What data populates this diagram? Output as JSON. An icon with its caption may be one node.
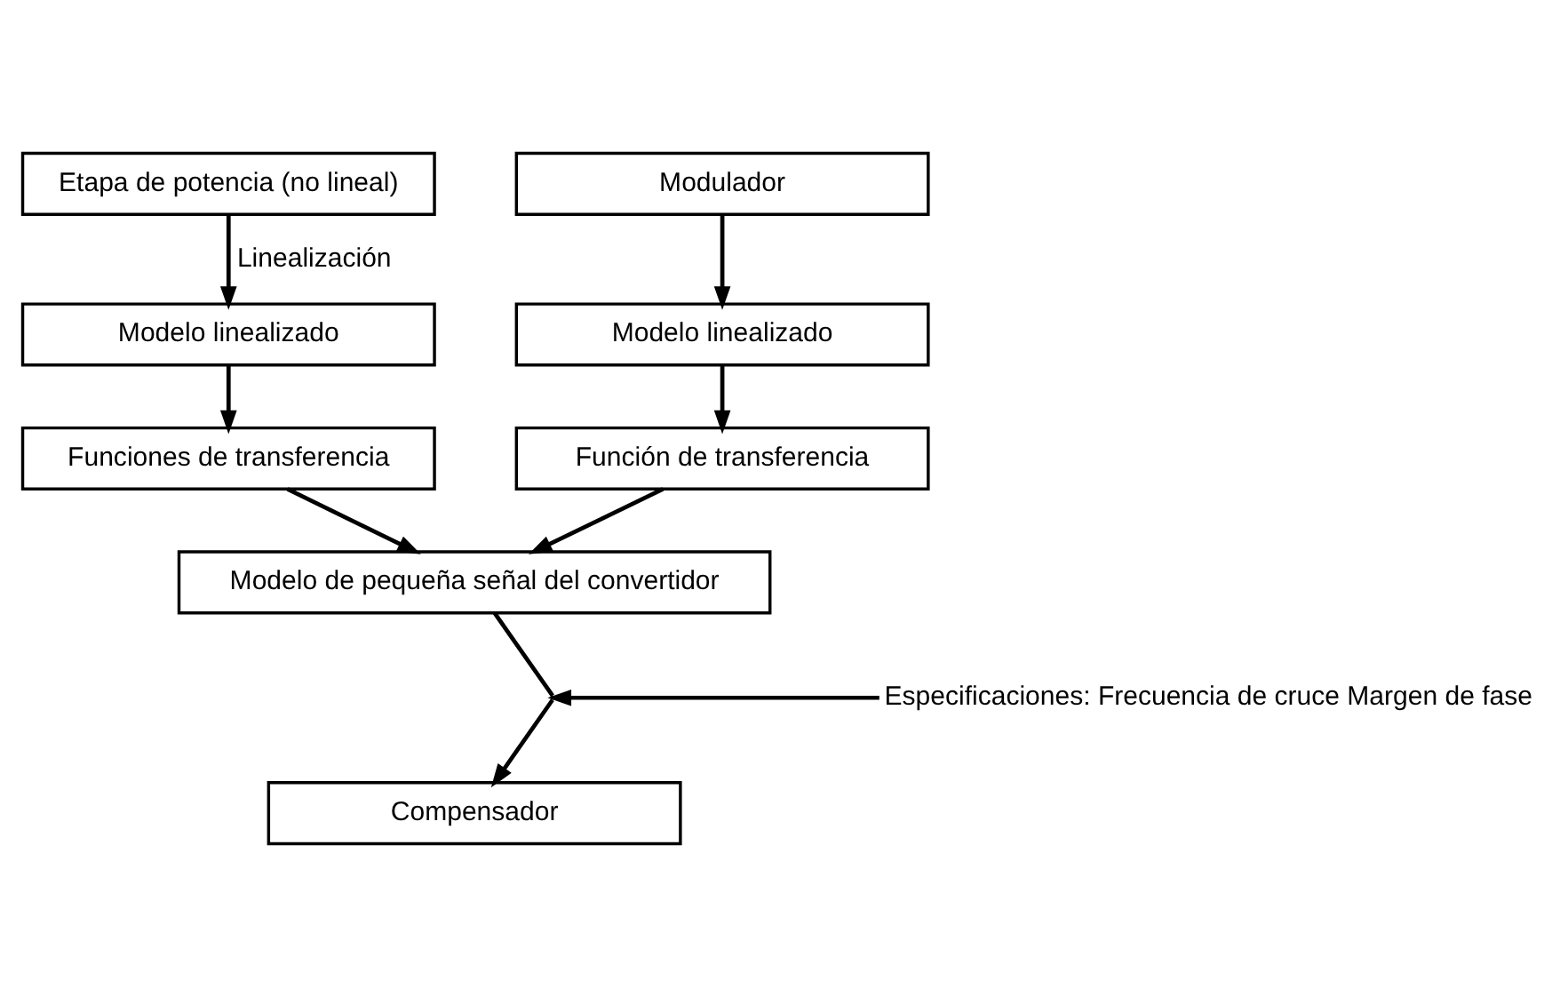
{
  "diagram": {
    "nodes": [
      {
        "text": [
          "Etapa de potencia (no lineal)"
        ]
      },
      {
        "text": [
          "Modulador"
        ]
      },
      {
        "text": [
          "Modelo linealizado"
        ]
      },
      {
        "text": [
          "Modelo linealizado"
        ]
      },
      {
        "text": [
          "Funciones de transferencia"
        ]
      },
      {
        "text": [
          "Función de transferencia"
        ]
      },
      {
        "text": [
          "Modelo de pequeña señal del convertidor"
        ]
      },
      {
        "text": [
          "Compensador"
        ]
      },
      {
        "text": [
          "Especificaciones: Frecuencia de cruce Margen de fase"
        ]
      }
    ],
    "edges": [
      {
        "from": 0,
        "to": 2,
        "arrow": "to",
        "label": "Linealización"
      },
      {
        "from": 1,
        "to": 3,
        "arrow": "to"
      },
      {
        "from": 2,
        "to": 4,
        "arrow": "to"
      },
      {
        "from": 3,
        "to": 5,
        "arrow": "to"
      },
      {
        "from": 4,
        "to": 6,
        "arrow": "to"
      },
      {
        "from": 5,
        "to": 6,
        "arrow": "to"
      },
      {
        "from": 6,
        "to": 7,
        "arrow": "to"
      },
      {
        "from": 8,
        "to": null,
        "arrow": "to"
      }
    ]
  }
}
